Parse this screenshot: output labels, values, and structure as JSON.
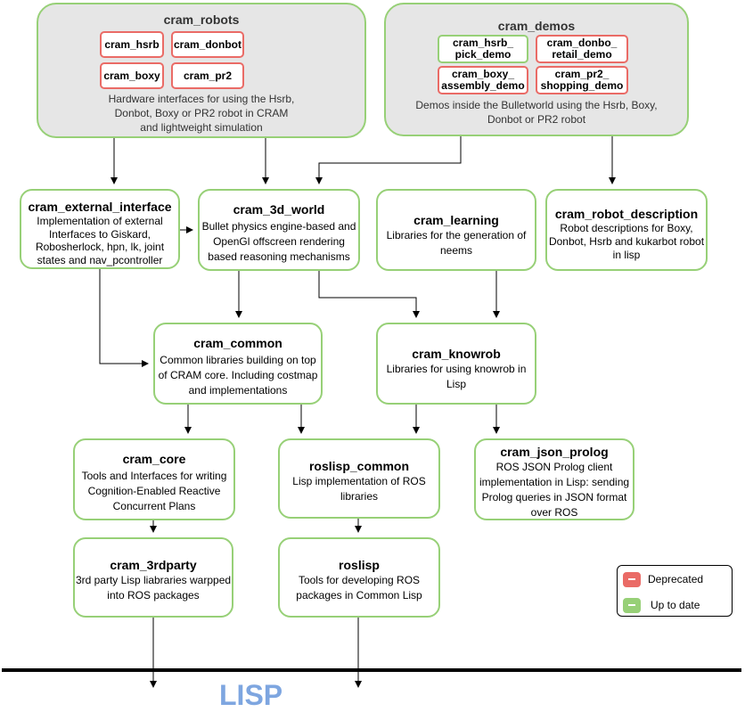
{
  "groups": {
    "robots": {
      "title": "cram_robots",
      "packages": [
        "cram_hsrb",
        "cram_donbot",
        "cram_boxy",
        "cram_pr2"
      ],
      "desc": [
        "Hardware interfaces for using the Hsrb,",
        "Donbot, Boxy or PR2 robot in CRAM",
        "and lightweight simulation"
      ]
    },
    "demos": {
      "title": "cram_demos",
      "packages": [
        [
          "cram_hsrb_",
          "pick_demo"
        ],
        [
          "cram_donbo_",
          "retail_demo"
        ],
        [
          "cram_boxy_",
          "assembly_demo"
        ],
        [
          "cram_pr2_",
          "shopping_demo"
        ]
      ],
      "desc": [
        "Demos inside the Bulletworld using the Hsrb, Boxy,",
        "Donbot or PR2 robot"
      ]
    }
  },
  "nodes": {
    "external_interface": {
      "title": "cram_external_interface",
      "desc": [
        "Implementation of external",
        "Interfaces to Giskard,",
        "Robosherlock, hpn, lk, joint",
        "states and nav_pcontroller"
      ]
    },
    "world": {
      "title": "cram_3d_world",
      "desc": [
        "Bullet physics engine-based and",
        "OpenGl offscreen rendering",
        "based reasoning mechanisms"
      ]
    },
    "learning": {
      "title": "cram_learning",
      "desc": [
        "Libraries for the generation of",
        "neems"
      ]
    },
    "robot_description": {
      "title": "cram_robot_description",
      "desc": [
        "Robot descriptions for Boxy,",
        "Donbot, Hsrb and kukarbot robot",
        "in lisp"
      ]
    },
    "common": {
      "title": "cram_common",
      "desc": [
        "Common libraries building on top",
        "of CRAM core. Including costmap",
        "and implementations"
      ]
    },
    "knowrob": {
      "title": "cram_knowrob",
      "desc": [
        "Libraries for using knowrob in",
        "Lisp"
      ]
    },
    "core": {
      "title": "cram_core",
      "desc": [
        "Tools and Interfaces for writing",
        "Cognition-Enabled Reactive",
        "Concurrent Plans"
      ]
    },
    "roslisp_common": {
      "title": "roslisp_common",
      "desc": [
        "Lisp implementation of ROS",
        "libraries"
      ]
    },
    "json_prolog": {
      "title": "cram_json_prolog",
      "desc": [
        "ROS JSON Prolog client",
        "implementation in Lisp: sending",
        "Prolog queries in JSON format",
        "over ROS"
      ]
    },
    "thirdparty": {
      "title": "cram_3rdparty",
      "desc": [
        "3rd party Lisp liabraries warpped",
        "into ROS packages"
      ]
    },
    "roslisp": {
      "title": "roslisp",
      "desc": [
        "Tools for developing ROS",
        "packages in Common Lisp"
      ]
    }
  },
  "legend": {
    "deprecated": "Deprecated",
    "up_to_date": "Up to date"
  },
  "footer": {
    "label": "LISP"
  },
  "colors": {
    "deprecated": "#ea6b66",
    "up_to_date": "#97d077",
    "group_fill": "#e6e6e6",
    "lisp_label": "#7ea6e0"
  }
}
